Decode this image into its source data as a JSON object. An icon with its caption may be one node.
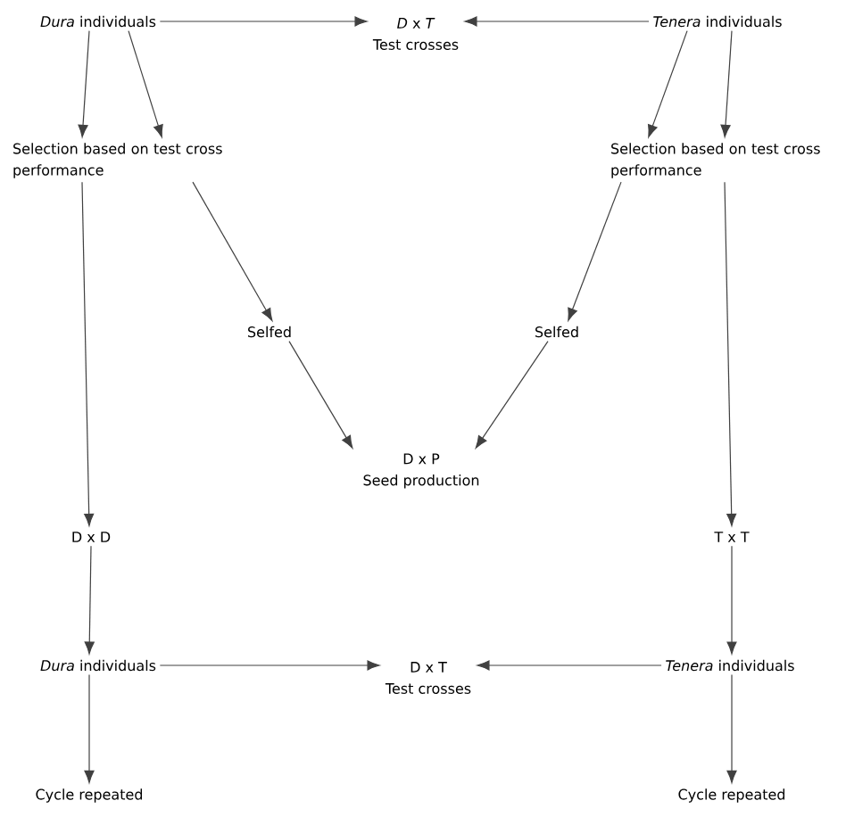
{
  "diagram": {
    "nodes": [
      {
        "text": [
          "*Dura* individuals"
        ]
      },
      {
        "text": [
          "*D* x *T*",
          "Test crosses"
        ]
      },
      {
        "text": [
          "*Tenera* individuals"
        ]
      },
      {
        "text": [
          "Selection based on test cross performance"
        ]
      },
      {
        "text": [
          "Selection based on test cross performance"
        ]
      },
      {
        "text": [
          "Selfed"
        ]
      },
      {
        "text": [
          "Selfed"
        ]
      },
      {
        "text": [
          "D x P",
          "Seed production"
        ]
      },
      {
        "text": [
          "D x D"
        ]
      },
      {
        "text": [
          "T x T"
        ]
      },
      {
        "text": [
          "*Dura* individuals"
        ]
      },
      {
        "text": [
          "D x T",
          "Test crosses"
        ]
      },
      {
        "text": [
          "*Tenera* individuals"
        ]
      },
      {
        "text": [
          "Cycle repeated"
        ]
      },
      {
        "text": [
          "Cycle repeated"
        ]
      }
    ],
    "edges": [
      {
        "from": 0,
        "to": 1,
        "arrow": "to"
      },
      {
        "from": 2,
        "to": 1,
        "arrow": "to"
      },
      {
        "from": 0,
        "to": 3,
        "arrow": "to"
      },
      {
        "from": 0,
        "to": 3,
        "arrow": "to"
      },
      {
        "from": 2,
        "to": 4,
        "arrow": "to"
      },
      {
        "from": 2,
        "to": 4,
        "arrow": "to"
      },
      {
        "from": 3,
        "to": 5,
        "arrow": "to"
      },
      {
        "from": 4,
        "to": 6,
        "arrow": "to"
      },
      {
        "from": 3,
        "to": 8,
        "arrow": "to"
      },
      {
        "from": 4,
        "to": 9,
        "arrow": "to"
      },
      {
        "from": 5,
        "to": 7,
        "arrow": "to"
      },
      {
        "from": 6,
        "to": 7,
        "arrow": "to"
      },
      {
        "from": 8,
        "to": 10,
        "arrow": "to"
      },
      {
        "from": 9,
        "to": 12,
        "arrow": "to"
      },
      {
        "from": 10,
        "to": 11,
        "arrow": "to"
      },
      {
        "from": 12,
        "to": 11,
        "arrow": "to"
      },
      {
        "from": 10,
        "to": 13,
        "arrow": "to"
      },
      {
        "from": 12,
        "to": 14,
        "arrow": "to"
      }
    ]
  }
}
